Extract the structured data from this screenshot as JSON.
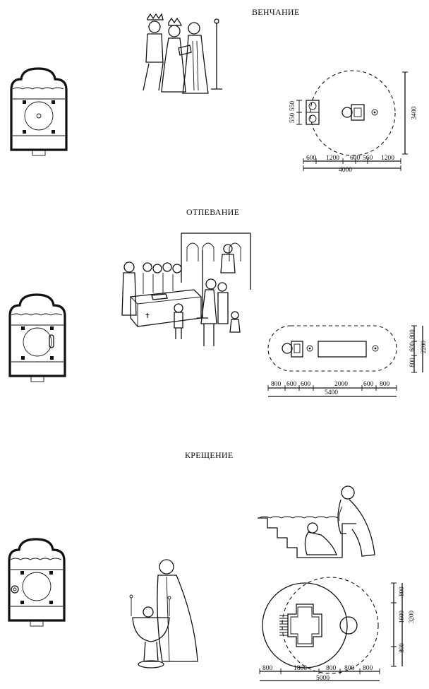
{
  "sections": [
    {
      "title": "ВЕНЧАНИЕ",
      "dims_h": [
        "600",
        "1200",
        "600",
        "560",
        "1200"
      ],
      "dim_total_h": "4000",
      "dims_v": [
        "550",
        "550"
      ],
      "dim_total_v": "3400"
    },
    {
      "title": "ОТПЕВАНИЕ",
      "dims_h": [
        "800",
        "600",
        "600",
        "2000",
        "600",
        "800"
      ],
      "dim_total_h": "5400",
      "dims_v": [
        "800",
        "600",
        "800"
      ],
      "dim_total_v": "2200"
    },
    {
      "title": "КРЕЩЕНИЕ",
      "dims_h": [
        "800",
        "1800",
        "800",
        "800",
        "800"
      ],
      "dim_total_h": "5000",
      "dims_v": [
        "800",
        "1600",
        "800"
      ],
      "dim_total_v": "3200"
    }
  ]
}
